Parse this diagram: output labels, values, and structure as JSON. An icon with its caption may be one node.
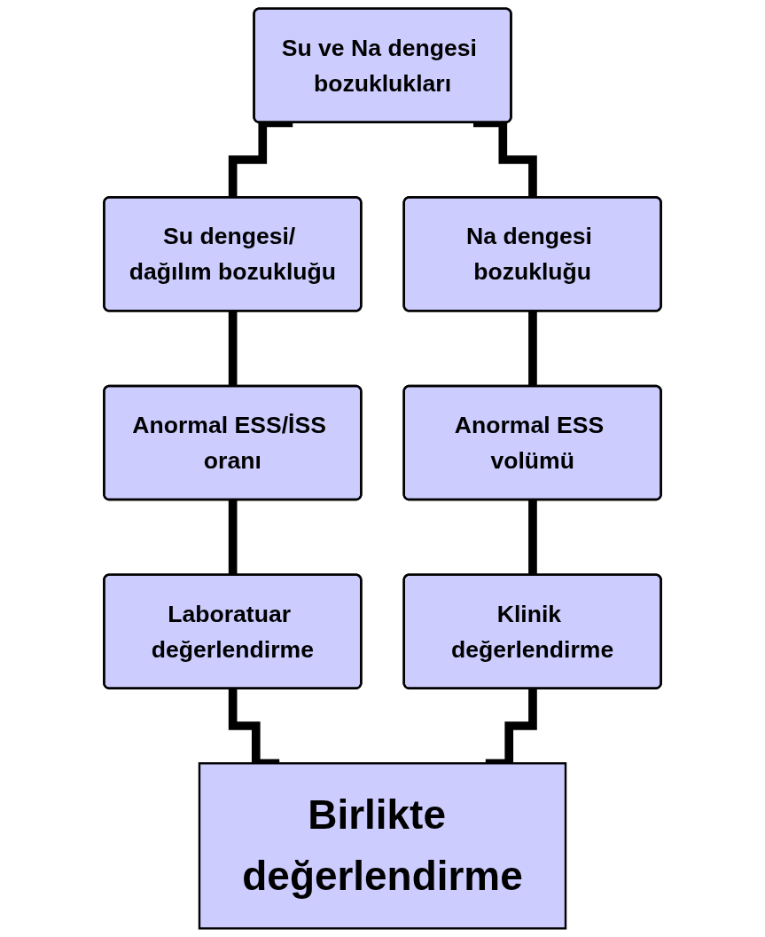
{
  "diagram": {
    "nodes": [
      {
        "text": [
          "Su ve Na dengesi bozuklukları"
        ]
      },
      {
        "text": [
          "Su dengesi/ dağılım bozukluğu"
        ]
      },
      {
        "text": [
          "Na dengesi bozukluğu"
        ]
      },
      {
        "text": [
          "Anormal ESS/İSS oranı"
        ]
      },
      {
        "text": [
          "Anormal ESS volümü"
        ]
      },
      {
        "text": [
          "Laboratuar değerlendirme"
        ]
      },
      {
        "text": [
          "Klinik değerlendirme"
        ]
      },
      {
        "text": [
          "Birlikte değerlendirme"
        ]
      }
    ],
    "edges": [
      {
        "from": 0,
        "to": 1,
        "arrow": "none"
      },
      {
        "from": 0,
        "to": 2,
        "arrow": "none"
      },
      {
        "from": 1,
        "to": 3,
        "arrow": "none"
      },
      {
        "from": 2,
        "to": 4,
        "arrow": "none"
      },
      {
        "from": 3,
        "to": 5,
        "arrow": "none"
      },
      {
        "from": 4,
        "to": 6,
        "arrow": "none"
      },
      {
        "from": 5,
        "to": 7,
        "arrow": "none"
      },
      {
        "from": 6,
        "to": 7,
        "arrow": "none"
      }
    ]
  }
}
